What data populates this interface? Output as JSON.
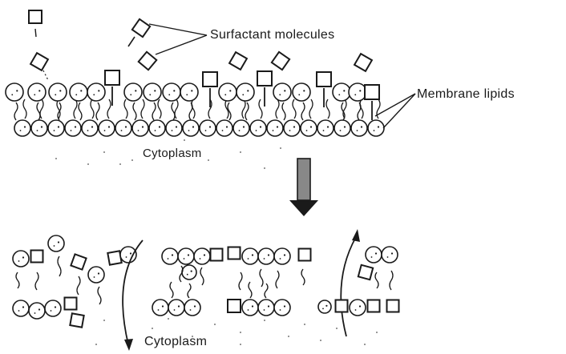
{
  "labels": {
    "surfactant": "Surfactant molecules",
    "membrane": "Membrane lipids",
    "cytoplasm_top": "Cytoplasm",
    "cytoplasm_bottom": "Cytoplasm"
  },
  "colors": {
    "ink": "#1a1a1a",
    "paper": "#ffffff"
  }
}
